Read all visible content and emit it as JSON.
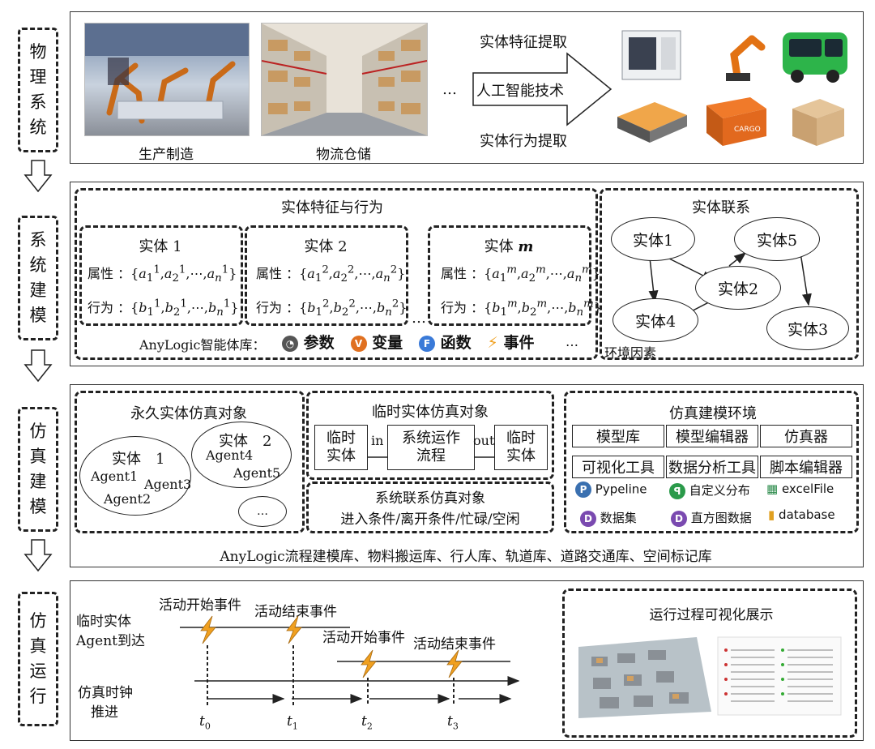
{
  "side_labels": {
    "physical": [
      "物",
      "理",
      "系",
      "统"
    ],
    "modeling": [
      "系",
      "统",
      "建",
      "模"
    ],
    "sim_model": [
      "仿",
      "真",
      "建",
      "模"
    ],
    "sim_run": [
      "仿",
      "真",
      "运",
      "行"
    ]
  },
  "physical": {
    "photo1_caption": "生产制造",
    "photo2_caption": "物流仓储",
    "ellipsis": "…",
    "feature_extract": "实体特征提取",
    "ai_tech": "人工智能技术",
    "behavior_extract": "实体行为提取",
    "cargo_text": "CARGO"
  },
  "modeling": {
    "features_title": "实体特征与行为",
    "entities": [
      {
        "name": "实体 1",
        "attr": "属性 ：{",
        "attr_sup": "1",
        "behav": "行为 ：{"
      },
      {
        "name": "实体 2",
        "attr": "属性 ：{",
        "attr_sup": "2",
        "behav": "行为 ：{"
      },
      {
        "name": "实体 ",
        "name_m": "m",
        "attr": "属性 ：{",
        "attr_sup": "m",
        "behav": "行为 ：{"
      }
    ],
    "dots": "…",
    "lib_label": "AnyLogic智能体库：",
    "lib_items": [
      "参数",
      "变量",
      "函数",
      "事件"
    ],
    "lib_more": "…",
    "relation_title": "实体联系",
    "relation_nodes": [
      "实体1",
      "实体5",
      "实体2",
      "实体4",
      "实体3"
    ],
    "env_factor": "环境因素"
  },
  "sim_model": {
    "perm_title": "永久实体仿真对象",
    "ent1": "实体　1",
    "agent1": "Agent1",
    "agent2": "Agent2",
    "agent3": "Agent3",
    "ent2": "实体　2",
    "agent4": "Agent4",
    "agent5": "Agent5",
    "more": "…",
    "temp_title": "临时实体仿真对象",
    "temp_in": "临时\n实体",
    "in": "in",
    "process": "系统运作\n流程",
    "out": "out",
    "temp_out": "临时\n实体",
    "rel_title": "系统联系仿真对象",
    "rel_desc": "进入条件/离开条件/忙碌/空闲",
    "env_title": "仿真建模环境",
    "env_tools": [
      "模型库",
      "模型编辑器",
      "仿真器",
      "可视化工具",
      "数据分析工具",
      "脚本编辑器"
    ],
    "env_libs": [
      "Pypeline",
      "自定义分布",
      "excelFile",
      "数据集",
      "直方图数据",
      "database"
    ],
    "footer": "AnyLogic流程建模库、物料搬运库、行人库、轨道库、道路交通库、空间标记库"
  },
  "sim_run": {
    "temp_entity": "临时实体",
    "agent_arrive": "Agent到达",
    "clock": "仿真时钟",
    "advance": "推进",
    "events": [
      "活动开始事件",
      "活动结束事件",
      "活动开始事件",
      "活动结束事件"
    ],
    "t_labels": [
      "t",
      "t",
      "t",
      "t"
    ],
    "t_subs": [
      "0",
      "1",
      "2",
      "3"
    ],
    "vis_title": "运行过程可视化展示"
  },
  "colors": {
    "border": "#222222",
    "event_bolt": "#f0a020",
    "accent_orange": "#e07020"
  }
}
